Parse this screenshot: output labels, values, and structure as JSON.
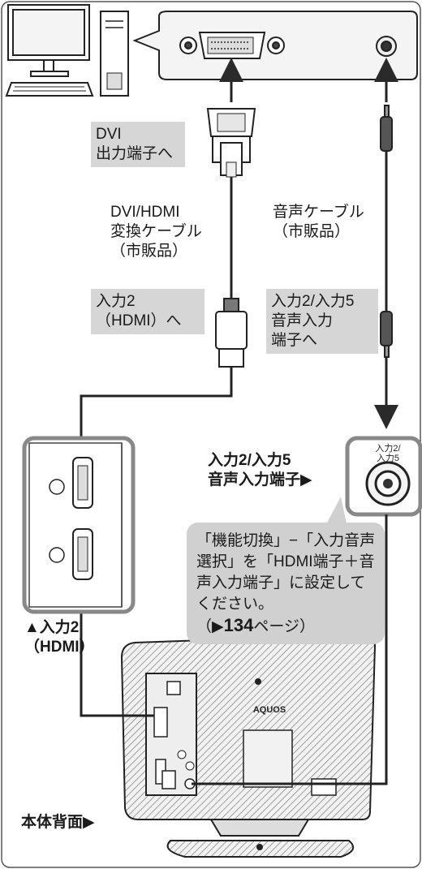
{
  "labels": {
    "dvi_out": "DVI\n出力端子へ",
    "dvi_hdmi_cable": "DVI/HDMI\n変換ケーブル\n（市販品）",
    "audio_cable": "音声ケーブル\n（市販品）",
    "input2_hdmi": "入力2\n（HDMI）へ",
    "audio_input_jack": "入力2/入力5\n音声入力\n端子へ",
    "audio_input_terminal": "入力2/入力5\n音声入力端子▶",
    "input2_side": "▲入力2\n（HDMI）",
    "rear_panel": "本体背面▶",
    "tv_brand": "AQUOS",
    "jack_mini_label": "入力2/\n入力5"
  },
  "note": {
    "text": "「機能切換」−「入力音声選択」を「HDMI端子＋音声入力端子」に設定してください。",
    "ref_prefix": "（▶",
    "ref_page": "134",
    "ref_suffix": "ページ）"
  },
  "colors": {
    "line": "#2a2a2a",
    "gray_box": "#d6d6d6",
    "panel_fill": "#f4f4f4"
  }
}
